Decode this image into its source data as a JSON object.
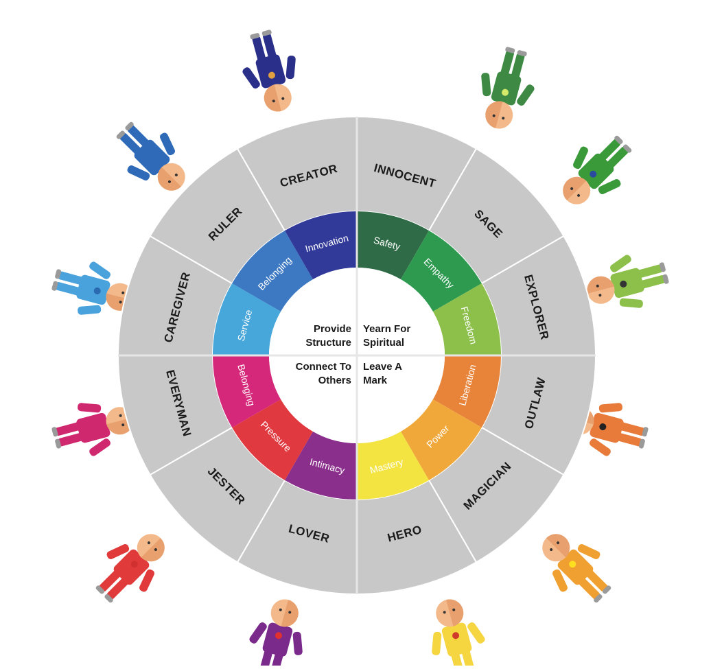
{
  "center_labels": {
    "top_left": [
      "Provide",
      "Structure"
    ],
    "top_right": [
      "Yearn For",
      "Spiritual"
    ],
    "bottom_left": [
      "Connect To",
      "Others"
    ],
    "bottom_right": [
      "Leave A",
      "Mark"
    ]
  },
  "outer_ring_color": "#c8c8c8",
  "archetypes": [
    {
      "name": "INNOCENT",
      "motivation": "Safety",
      "color": "#2f6b46",
      "figure_color": "#3e8a45",
      "accent": "#d4e86a"
    },
    {
      "name": "SAGE",
      "motivation": "Empathy",
      "color": "#2e9a50",
      "figure_color": "#3a9a3a",
      "accent": "#2a4aa0"
    },
    {
      "name": "EXPLORER",
      "motivation": "Freedom",
      "color": "#8cc04a",
      "figure_color": "#8cc04a",
      "accent": "#333333"
    },
    {
      "name": "OUTLAW",
      "motivation": "Liberation",
      "color": "#e8843a",
      "figure_color": "#e87a3a",
      "accent": "#222222"
    },
    {
      "name": "MAGICIAN",
      "motivation": "Power",
      "color": "#f0a83a",
      "figure_color": "#f0a030",
      "accent": "#ffe020"
    },
    {
      "name": "HERO",
      "motivation": "Mastery",
      "color": "#f3e441",
      "figure_color": "#f5d540",
      "accent": "#d03a2a"
    },
    {
      "name": "LOVER",
      "motivation": "Intimacy",
      "color": "#8a2f8c",
      "figure_color": "#7a2a8a",
      "accent": "#e03030"
    },
    {
      "name": "JESTER",
      "motivation": "Pressure",
      "color": "#e0393f",
      "figure_color": "#e03a3a",
      "accent": "#d03030"
    },
    {
      "name": "EVERYMAN",
      "motivation": "Belonging",
      "color": "#d6287a",
      "figure_color": "#d0286e",
      "accent": "#d0286e"
    },
    {
      "name": "CAREGIVER",
      "motivation": "Service",
      "color": "#47a6da",
      "figure_color": "#4aa2dc",
      "accent": "#2a6ab0"
    },
    {
      "name": "RULER",
      "motivation": "Belonging",
      "color": "#3c79c2",
      "figure_color": "#2e6ab8",
      "accent": "#2e6ab8"
    },
    {
      "name": "CREATOR",
      "motivation": "Innovation",
      "color": "#313a98",
      "figure_color": "#2a2f8a",
      "accent": "#e0a040"
    }
  ]
}
